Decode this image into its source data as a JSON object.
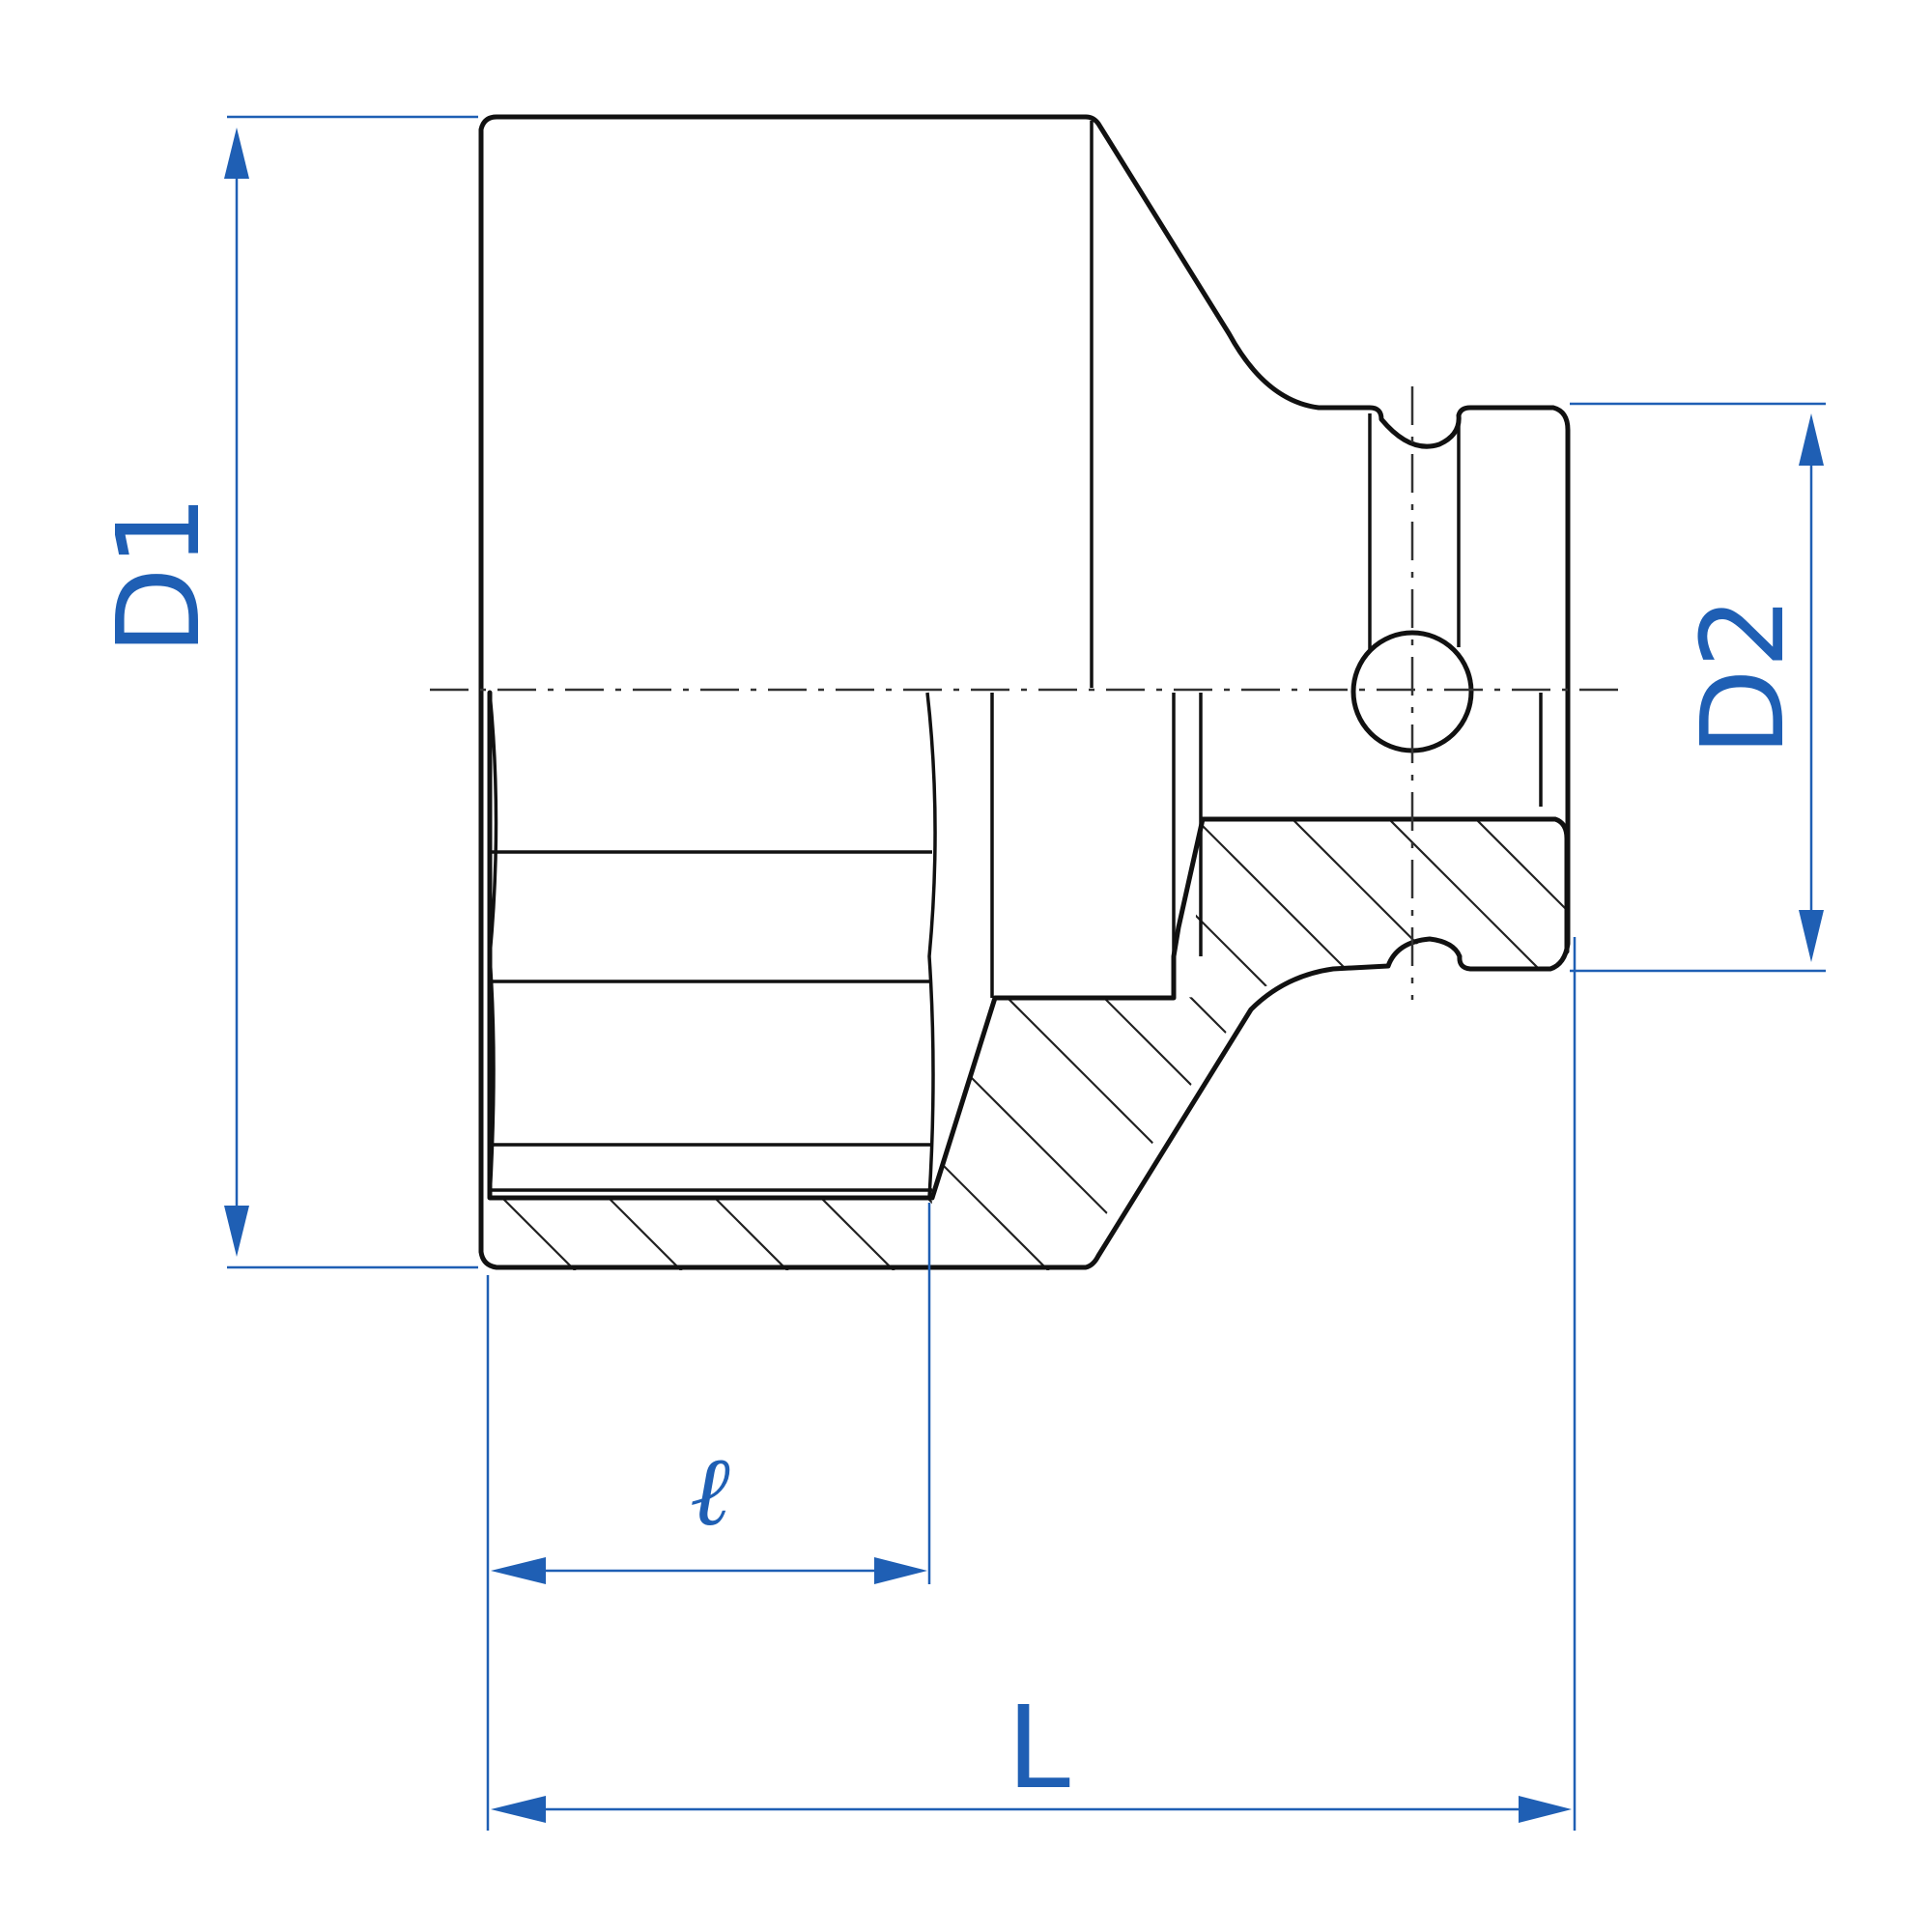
{
  "colors": {
    "outline": "#111111",
    "dimension": "#1f5fb4"
  },
  "dimensions": {
    "d1": "D1",
    "d2": "D2",
    "socket_depth": "ℓ",
    "length": "L"
  }
}
